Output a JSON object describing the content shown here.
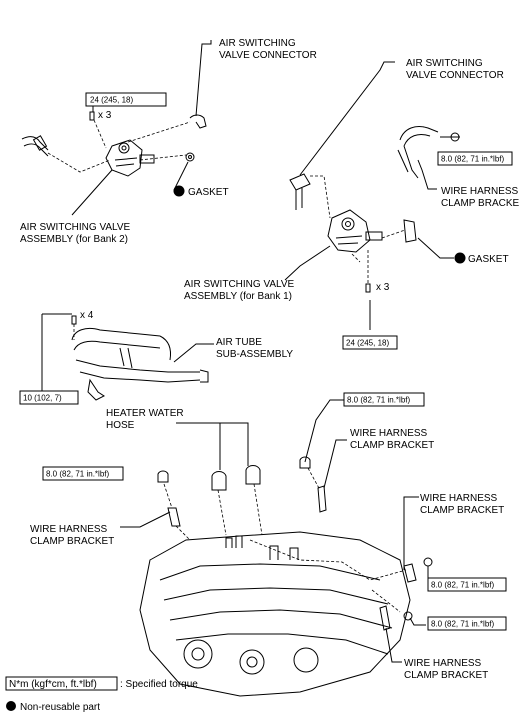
{
  "labels": {
    "asv_connector_left_1": "AIR SWITCHING",
    "asv_connector_left_2": "VALVE CONNECTOR",
    "asv_connector_right_1": "AIR SWITCHING",
    "asv_connector_right_2": "VALVE CONNECTOR",
    "gasket_left": "GASKET",
    "gasket_right": "GASKET",
    "asv_bank2_1": "AIR SWITCHING VALVE",
    "asv_bank2_2": "ASSEMBLY (for Bank 2)",
    "asv_bank1_1": "AIR SWITCHING VALVE",
    "asv_bank1_2": "ASSEMBLY (for Bank 1)",
    "whcb_top_1": "WIRE HARNESS",
    "whcb_top_2": "CLAMP BRACKET",
    "air_tube_1": "AIR TUBE",
    "air_tube_2": "SUB-ASSEMBLY",
    "heater_hose_1": "HEATER WATER",
    "heater_hose_2": "HOSE",
    "whcb_mid_right_1": "WIRE HARNESS",
    "whcb_mid_right_2": "CLAMP BRACKET",
    "whcb_left_1": "WIRE HARNESS",
    "whcb_left_2": "CLAMP BRACKET",
    "whcb_right_1": "WIRE HARNESS",
    "whcb_right_2": "CLAMP BRACKET",
    "whcb_bottom_1": "WIRE HARNESS",
    "whcb_bottom_2": "CLAMP BRACKET",
    "qty_x3_left": "x 3",
    "qty_x3_right": "x 3",
    "qty_x4": "x 4"
  },
  "torques": {
    "t1": "24 (245, 18)",
    "t2": "8.0 (82, 71 in.*lbf)",
    "t3": "24 (245, 18)",
    "t4": "10 (102, 7)",
    "t5": "8.0 (82, 71 in.*lbf)",
    "t6": "8.0 (82, 71 in.*lbf)",
    "t7": "8.0 (82, 71 in.*lbf)",
    "t8": "8.0 (82, 71 in.*lbf)"
  },
  "legend": {
    "torque_unit": "N*m (kgf*cm, ft.*lbf)",
    "torque_desc": ": Specified torque",
    "nonreusable": "Non-reusable part"
  }
}
